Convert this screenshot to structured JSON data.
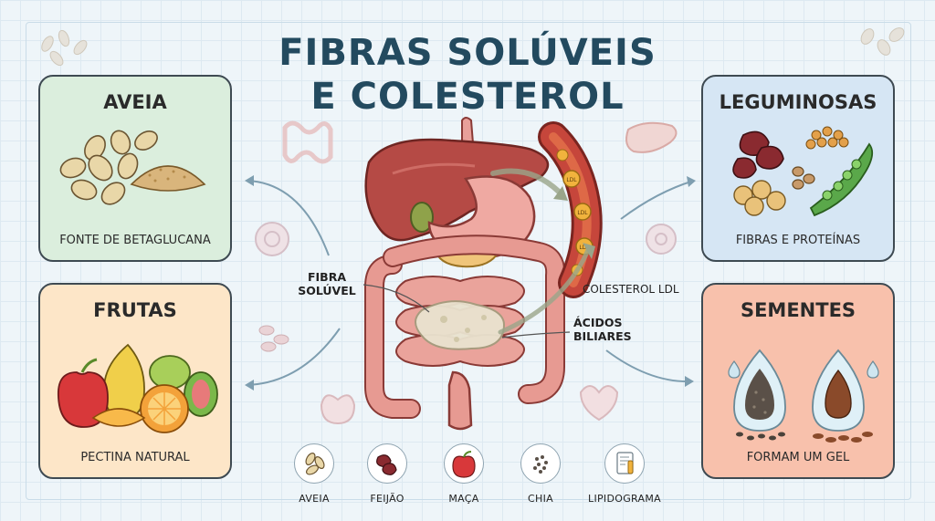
{
  "title": {
    "line1": "FIBRAS SOLÚVEIS",
    "line2": "E COLESTEROL"
  },
  "cards": {
    "aveia": {
      "title": "AVEIA",
      "subtitle": "FONTE DE BETAGLUCANA",
      "color": "#dbeedd"
    },
    "frutas": {
      "title": "FRUTAS",
      "subtitle": "PECTINA NATURAL",
      "color": "#fde6c8"
    },
    "leguminosas": {
      "title": "LEGUMINOSAS",
      "subtitle": "FIBRAS E PROTEÍNAS",
      "color": "#d6e6f4"
    },
    "sementes": {
      "title": "SEMENTES",
      "subtitle": "FORMAM UM GEL",
      "color": "#f8c1ac"
    }
  },
  "labels": {
    "fibra_line1": "FIBRA",
    "fibra_line2": "SOLÚVEL",
    "colesterol": "COLESTEROL LDL",
    "acidos_line1": "ÁCIDOS",
    "acidos_line2": "BILIARES",
    "ldl": "LDL"
  },
  "bottom_icons": [
    {
      "label": "AVEIA",
      "icon": "oat-icon"
    },
    {
      "label": "FEIJÃO",
      "icon": "bean-icon"
    },
    {
      "label": "MAÇA",
      "icon": "apple-icon"
    },
    {
      "label": "CHIA",
      "icon": "chia-icon"
    },
    {
      "label": "LIPIDOGRAMA",
      "icon": "lab-report-icon"
    }
  ],
  "colors": {
    "title": "#234a5f",
    "liver": "#b54a45",
    "intestine": "#e79a92",
    "vessel": "#c6463b"
  }
}
